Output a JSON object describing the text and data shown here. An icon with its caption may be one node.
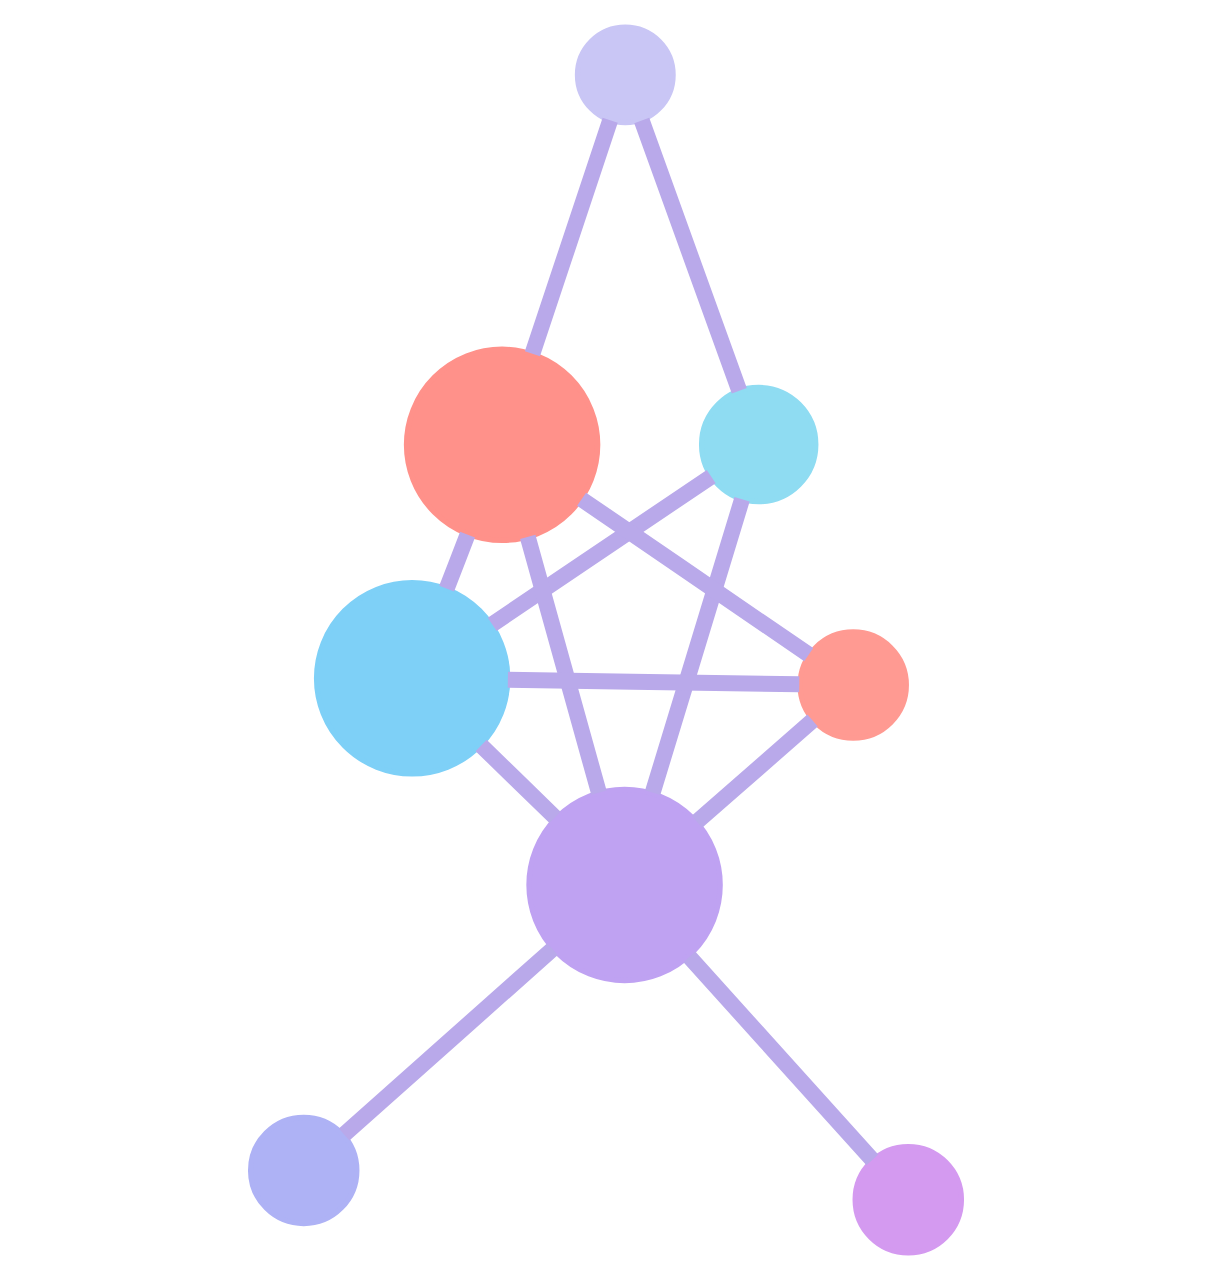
{
  "diagram": {
    "nodes": [
      {
        "text": [],
        "shape": "circle"
      },
      {
        "text": [],
        "shape": "circle"
      },
      {
        "text": [],
        "shape": "circle"
      },
      {
        "text": [],
        "shape": "circle"
      },
      {
        "text": [],
        "shape": "circle"
      },
      {
        "text": [],
        "shape": "circle"
      },
      {
        "text": [],
        "shape": "circle"
      },
      {
        "text": [],
        "shape": "circle"
      }
    ],
    "edges": [
      {
        "from": 1,
        "to": 2,
        "arrow": "none"
      },
      {
        "from": 2,
        "to": 0,
        "arrow": "none"
      },
      {
        "from": 2,
        "to": 3,
        "arrow": "none"
      },
      {
        "from": 2,
        "to": 5,
        "arrow": "none"
      },
      {
        "from": 2,
        "to": 6,
        "arrow": "none"
      },
      {
        "from": 2,
        "to": 7,
        "arrow": "none"
      },
      {
        "from": 0,
        "to": 4,
        "arrow": "none"
      },
      {
        "from": 0,
        "to": 3,
        "arrow": "none"
      },
      {
        "from": 4,
        "to": 7,
        "arrow": "none"
      },
      {
        "from": 3,
        "to": 6,
        "arrow": "none"
      },
      {
        "from": 3,
        "to": 7,
        "arrow": "none"
      },
      {
        "from": 6,
        "to": 7,
        "arrow": "none"
      }
    ]
  }
}
